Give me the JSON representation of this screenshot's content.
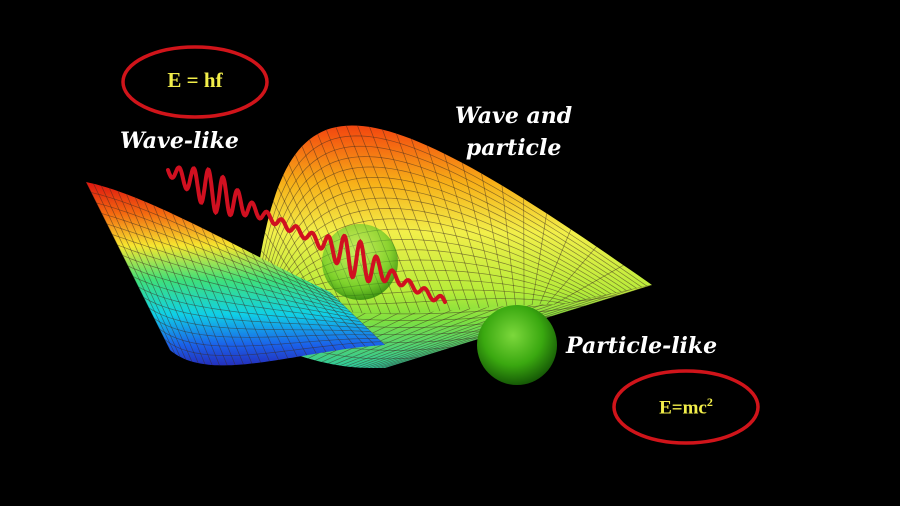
{
  "labels": {
    "wave_like": "Wave-like",
    "wave_and_particle_line1": "Wave and",
    "wave_and_particle_line2": "particle",
    "particle_like": "Particle-like"
  },
  "formulas": {
    "photon_energy": "E = hf",
    "mass_energy_base": "E=mc",
    "mass_energy_exponent": "2"
  },
  "icons": {
    "surface": "potential-energy-surface",
    "wave_packet": "wave-packet-icon",
    "sphere_center": "translucent-sphere-icon",
    "sphere_right": "solid-sphere-icon"
  },
  "colors": {
    "background": "#000000",
    "ellipse_stroke": "#d0141a",
    "formula_text": "#f2ee4a",
    "label_text": "#ffffff",
    "wave": "#d01020",
    "sphere": "#3aa810"
  }
}
